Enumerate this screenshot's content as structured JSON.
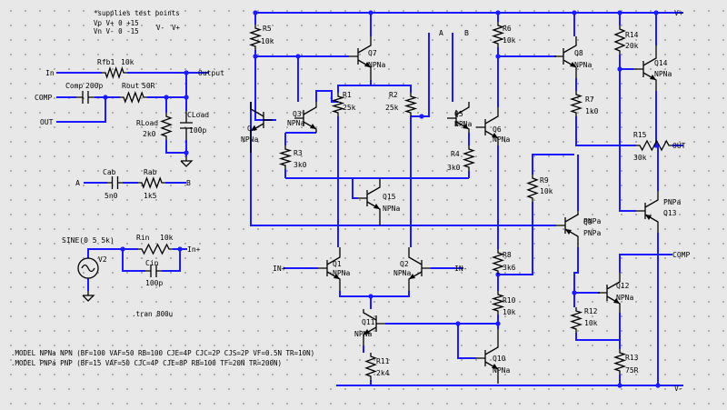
{
  "directives": {
    "supplies_header": "*supplies  test points",
    "vp_line": "Vp V+ 0 +15",
    "vn_line": "Vn V- 0 -15",
    "tp_a": "V-",
    "tp_b": "V+",
    "tran": ".tran 800u",
    "model_npn": ".MODEL NPNa NPN  (BF=100 VAF=50 RB=100 CJE=4P CJC=2P CJS=2P VF=0.5N TR=10N)",
    "model_pnp": ".MODEL PNPa PNP  (BF=15 VAF=50 CJC=4P CJE=8P RB=100 TF=20N TR=200N)"
  },
  "labels": {
    "in": "In",
    "output": "Output",
    "comp": "COMP",
    "out": "OUT",
    "a": "A",
    "b": "B",
    "in_plus": "In+",
    "in_minus": "IN-",
    "in_plus2": "IN+",
    "vplus": "V+",
    "vminus": "V-",
    "out_right": "OUT",
    "comp_right": "COMP",
    "v2": "V2",
    "sine": "SINE(0 5 5k)"
  },
  "components": [
    {
      "name": "Rfb1",
      "value": "10k"
    },
    {
      "name": "Comp",
      "value": "200p"
    },
    {
      "name": "Rout",
      "value": "50R"
    },
    {
      "name": "RLoad",
      "value": "2k0"
    },
    {
      "name": "CLoad",
      "value": "100p"
    },
    {
      "name": "Cab",
      "value": "5n0"
    },
    {
      "name": "Rab",
      "value": "1k5"
    },
    {
      "name": "Rin",
      "value": "10k"
    },
    {
      "name": "Cin",
      "value": "100p"
    },
    {
      "name": "R5",
      "value": "10k"
    },
    {
      "name": "Q7",
      "value": "NPNa"
    },
    {
      "name": "R6",
      "value": "10k"
    },
    {
      "name": "R1",
      "value": "25k"
    },
    {
      "name": "R2",
      "value": "25k"
    },
    {
      "name": "Q3",
      "value": "NPNa"
    },
    {
      "name": "Q4",
      "value": "NPNa"
    },
    {
      "name": "Q5",
      "value": "NPNa"
    },
    {
      "name": "Q6",
      "value": "NPNa"
    },
    {
      "name": "R3",
      "value": "3k0"
    },
    {
      "name": "R4",
      "value": "3k0"
    },
    {
      "name": "Q15",
      "value": "NPNa"
    },
    {
      "name": "Q1",
      "value": "NPNa"
    },
    {
      "name": "Q2",
      "value": "NPNa"
    },
    {
      "name": "Q11",
      "value": "NPNa"
    },
    {
      "name": "R11",
      "value": "2k4"
    },
    {
      "name": "R8",
      "value": "3k6"
    },
    {
      "name": "R10",
      "value": "10k"
    },
    {
      "name": "Q10",
      "value": "NPNa"
    },
    {
      "name": "R9",
      "value": "10k"
    },
    {
      "name": "Q8",
      "value": "NPNa"
    },
    {
      "name": "R7",
      "value": "1k0"
    },
    {
      "name": "Q9",
      "value": "PNPa"
    },
    {
      "name": "Q12",
      "value": "NPNa"
    },
    {
      "name": "R12",
      "value": "10k"
    },
    {
      "name": "R13",
      "value": "75R"
    },
    {
      "name": "R14",
      "value": "20k"
    },
    {
      "name": "Q14",
      "value": "NPNa"
    },
    {
      "name": "R15",
      "value": "30k"
    },
    {
      "name": "Q13",
      "value": "PNPa"
    }
  ],
  "colors": {
    "wire": "#1a1aff",
    "component": "#000000",
    "background": "#e8e8e8",
    "grid": "#9a9a9a"
  }
}
